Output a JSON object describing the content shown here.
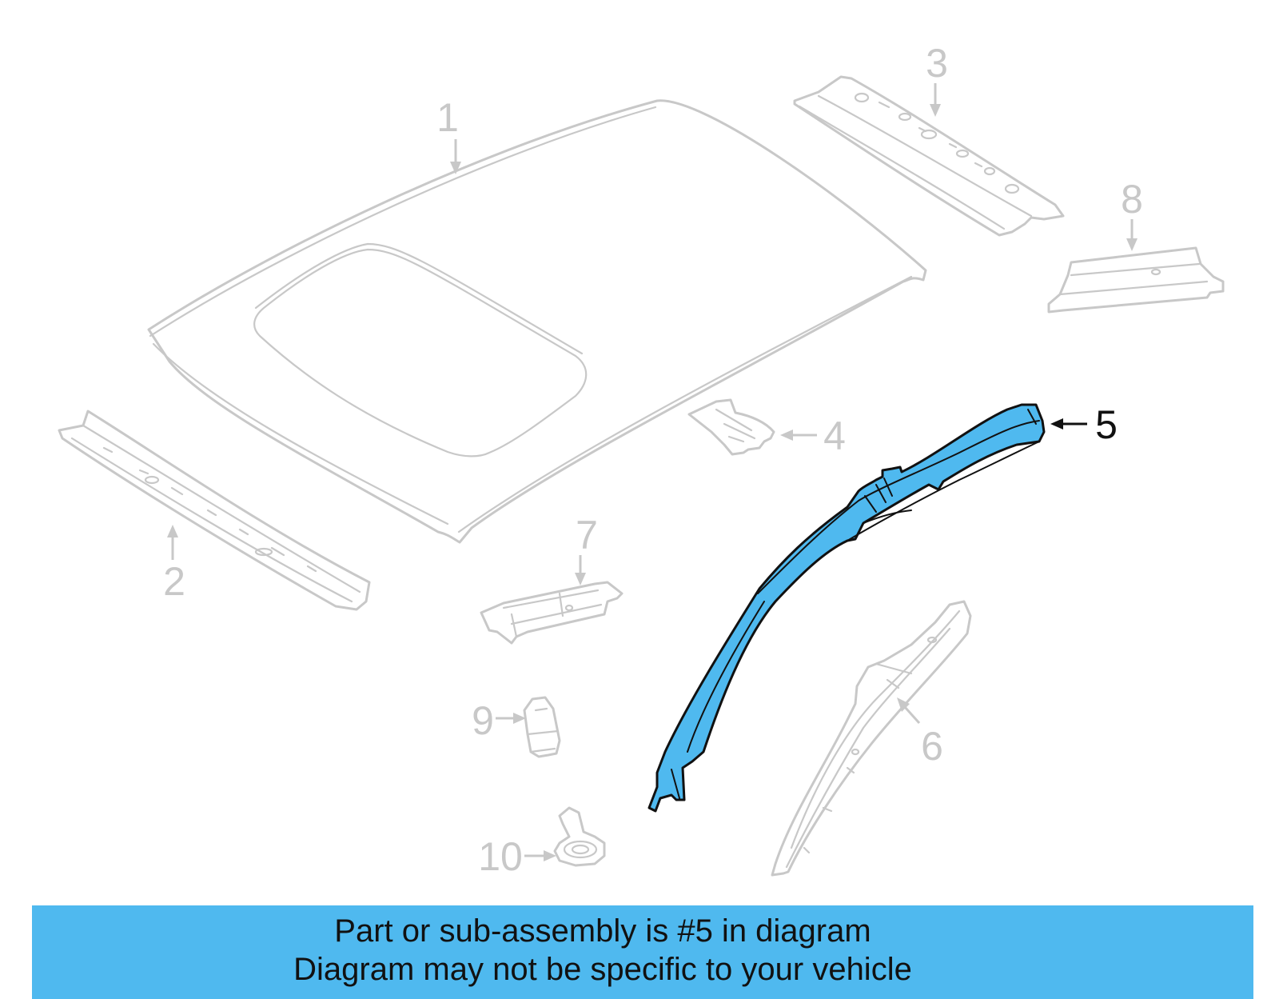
{
  "callouts": [
    {
      "number": "1",
      "highlighted": false,
      "part_icon": "roof-panel-with-sunroof-opening"
    },
    {
      "number": "2",
      "highlighted": false,
      "part_icon": "front-roof-header-rail"
    },
    {
      "number": "3",
      "highlighted": false,
      "part_icon": "rear-roof-header-rail"
    },
    {
      "number": "4",
      "highlighted": false,
      "part_icon": "small-bracket"
    },
    {
      "number": "5",
      "highlighted": true,
      "part_icon": "roof-side-rail"
    },
    {
      "number": "6",
      "highlighted": false,
      "part_icon": "pillar-reinforcement"
    },
    {
      "number": "7",
      "highlighted": false,
      "part_icon": "front-bracket"
    },
    {
      "number": "8",
      "highlighted": false,
      "part_icon": "rear-bracket"
    },
    {
      "number": "9",
      "highlighted": false,
      "part_icon": "clip-fastener"
    },
    {
      "number": "10",
      "highlighted": false,
      "part_icon": "grommet-fastener"
    }
  ],
  "banner": {
    "line1": "Part or sub-assembly is #5 in diagram",
    "line2": "Diagram may not be specific to your vehicle",
    "color": "#4fb9ef"
  },
  "colors": {
    "highlight": "#4fb9ef",
    "inactive": "#c8c8c8",
    "active_label": "#111111"
  }
}
